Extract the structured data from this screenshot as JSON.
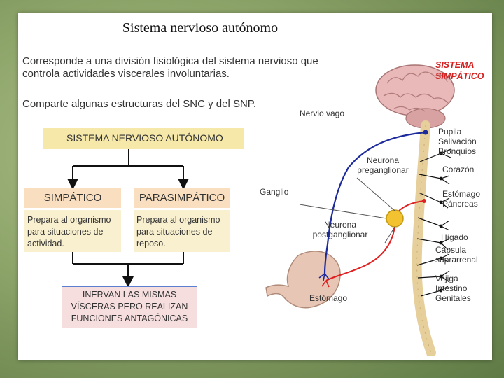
{
  "title": "Sistema nervioso autónomo",
  "intro": [
    "Corresponde a una división fisiológica del sistema nervioso que controla actividades viscerales involuntarias.",
    "Comparte algunas estructuras del SNC y del SNP."
  ],
  "boxes": {
    "sna": "SISTEMA NERVIOSO AUTÓNOMO",
    "simpatico": "SIMPÁTICO",
    "parasimpatico": "PARASIMPÁTICO",
    "simpatico_desc": "Prepara al organismo para situaciones de actividad.",
    "parasimpatico_desc": "Prepara al organismo para situaciones de reposo.",
    "inervan": "INERVAN LAS MISMAS VÍSCERAS PERO REALIZAN FUNCIONES ANTAGÓNICAS"
  },
  "figure": {
    "heading_line1": "SISTEMA",
    "heading_line2": "SIMPÁTICO",
    "labels": {
      "nervio_vago": "Nervio vago",
      "neurona_pre_1": "Neurona",
      "neurona_pre_2": "preganglionar",
      "ganglio": "Ganglio",
      "neurona_post_1": "Neurona",
      "neurona_post_2": "postganglionar",
      "estomago": "Estómago"
    },
    "organs": [
      [
        "Pupila",
        "Salivación",
        "Bronquios"
      ],
      [
        "Corazón"
      ],
      [
        "Estómago",
        "Páncreas"
      ],
      [
        "Hígado"
      ],
      [
        "Cápsula",
        "suprarrenal"
      ],
      [
        "Vejiga",
        "Intestino",
        "Genitales"
      ]
    ]
  },
  "colors": {
    "sna_box": "#f5e8a8",
    "division_box": "#f9dfbf",
    "desc_box": "#f9f0cf",
    "inervan_box": "#f6dede",
    "inervan_border": "#5a7fd0",
    "parasympathetic_fiber": "#1c2a9c",
    "sympathetic_fiber": "#e02020",
    "ganglion": "#f2c230",
    "heading": "#d52020"
  }
}
